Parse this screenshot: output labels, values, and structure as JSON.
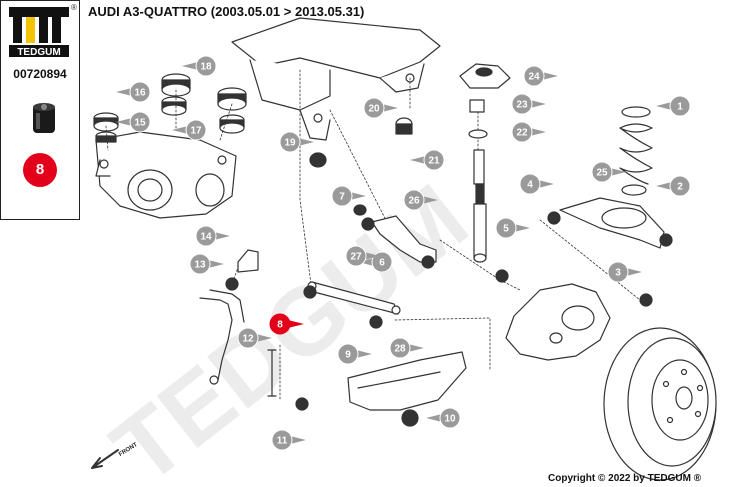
{
  "brand": {
    "name": "TEDGUM",
    "registered": "®",
    "watermark": "TEDGUM"
  },
  "part_number": "00720894",
  "selected_callout": "8",
  "title": "AUDI A3-QUATTRO (2003.05.01 > 2013.05.31)",
  "copyright": "Copyright © 2022 by TEDGUM ®",
  "front_label": "FRONT",
  "colors": {
    "accent_red": "#e2001a",
    "callout_gray": "#9a9a9a",
    "line": "#333333"
  },
  "callouts": [
    {
      "number": "1"
    },
    {
      "number": "2"
    },
    {
      "number": "3"
    },
    {
      "number": "4"
    },
    {
      "number": "5"
    },
    {
      "number": "6"
    },
    {
      "number": "7"
    },
    {
      "number": "8"
    },
    {
      "number": "9"
    },
    {
      "number": "10"
    },
    {
      "number": "11"
    },
    {
      "number": "12"
    },
    {
      "number": "13"
    },
    {
      "number": "14"
    },
    {
      "number": "15"
    },
    {
      "number": "16"
    },
    {
      "number": "17"
    },
    {
      "number": "18"
    },
    {
      "number": "19"
    },
    {
      "number": "20"
    },
    {
      "number": "21"
    },
    {
      "number": "22"
    },
    {
      "number": "23"
    },
    {
      "number": "24"
    },
    {
      "number": "25"
    },
    {
      "number": "26"
    },
    {
      "number": "27"
    },
    {
      "number": "28"
    }
  ]
}
